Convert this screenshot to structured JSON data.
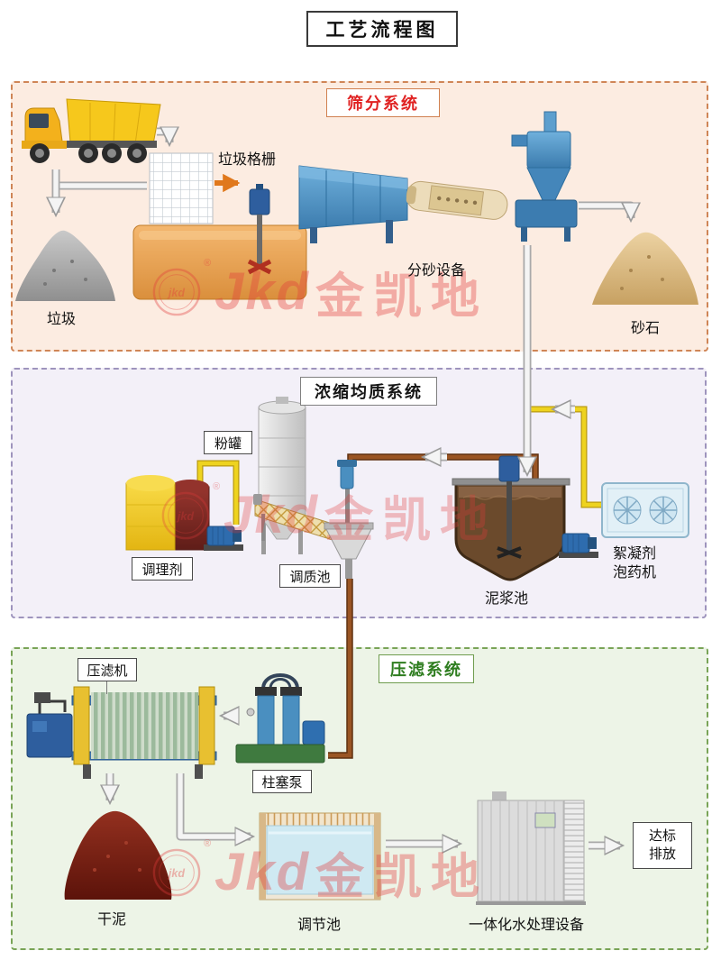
{
  "title": "工艺流程图",
  "watermark": {
    "logo": "Jkd",
    "brand": "金凯地",
    "seal": "jkd",
    "reg": "®",
    "color": "#e23b3b"
  },
  "sections": {
    "screening": {
      "label": "筛分系统",
      "accent": "#cf8556"
    },
    "thickening": {
      "label": "浓缩均质系统",
      "accent": "#9e94bd"
    },
    "pressing": {
      "label": "压滤系统",
      "accent": "#79a457"
    }
  },
  "labels": {
    "grille": "垃圾格栅",
    "garbage": "垃圾",
    "sand_separator": "分砂设备",
    "sand": "砂石",
    "powder_tank": "粉罐",
    "conditioner": "调理剂",
    "conditioning_pool": "调质池",
    "slurry_pool": "泥浆池",
    "flocculant_line1": "絮凝剂",
    "flocculant_line2": "泡药机",
    "filter_press": "压滤机",
    "plunger_pump": "柱塞泵",
    "dry_mud": "干泥",
    "regulating_pool": "调节池",
    "water_treatment": "一体化水处理设备",
    "discharge_line1": "达标",
    "discharge_line2": "排放"
  }
}
